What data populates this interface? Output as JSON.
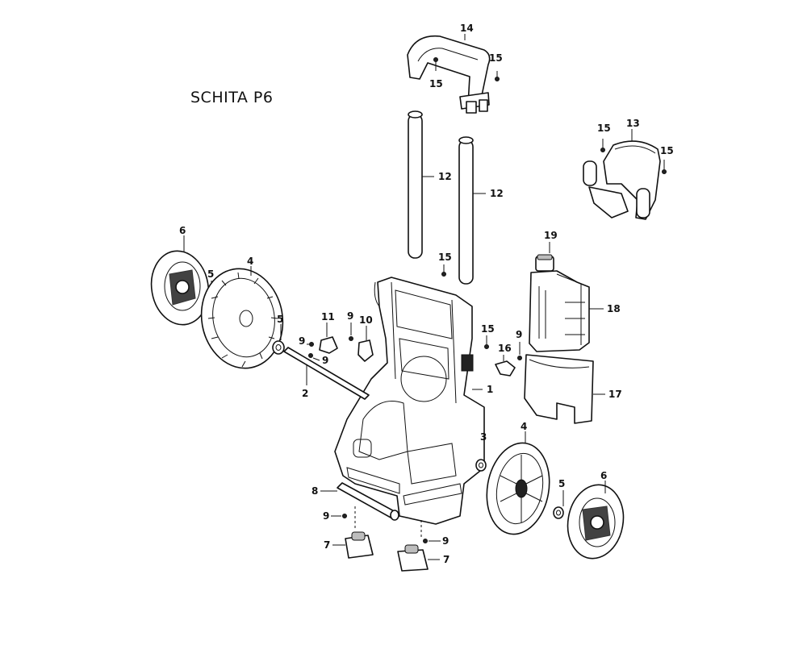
{
  "title": "SCHITA P6",
  "callouts": {
    "c1": "1",
    "c2": "2",
    "c3": "3",
    "c4a": "4",
    "c4b": "4",
    "c5a": "5",
    "c5b": "5",
    "c5c": "5",
    "c6a": "6",
    "c6b": "6",
    "c7a": "7",
    "c7b": "7",
    "c8": "8",
    "c9a": "9",
    "c9b": "9",
    "c9c": "9",
    "c9d": "9",
    "c9e": "9",
    "c9f": "9",
    "c10": "10",
    "c11": "11",
    "c12a": "12",
    "c12b": "12",
    "c13": "13",
    "c14": "14",
    "c15a": "15",
    "c15b": "15",
    "c15c": "15",
    "c15d": "15",
    "c15e": "15",
    "c15f": "15",
    "c16": "16",
    "c17": "17",
    "c18": "18",
    "c19": "19"
  }
}
